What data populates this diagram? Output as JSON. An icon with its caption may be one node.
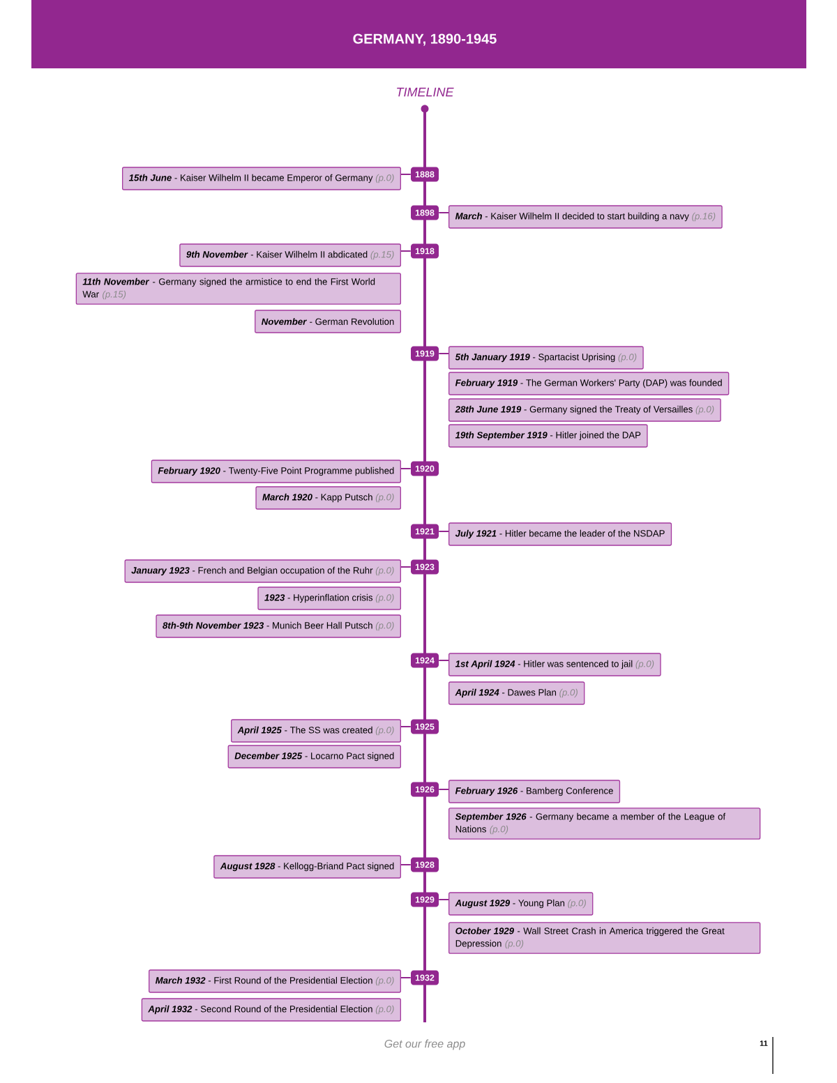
{
  "diagram": {
    "title": "GERMANY, 1890-1945",
    "nodes": [
      {
        "text": [
          "1888"
        ]
      },
      {
        "text": [
          "*15th June* - Kaiser Wilhelm II became Emperor of Germany",
          "(p.0)"
        ]
      },
      {
        "text": [
          "1898"
        ]
      },
      {
        "text": [
          "*March* - Kaiser Wilhelm II decided to start building a navy",
          "(p.16)"
        ]
      },
      {
        "text": [
          "1918"
        ]
      },
      {
        "text": [
          "*9th November* - Kaiser Wilhelm II abdicated",
          "(p.15)"
        ]
      },
      {
        "text": [
          "*11th November* - Germany signed the armistice to end the First World War",
          "(p.15)"
        ]
      },
      {
        "text": [
          "*November* - German Revolution"
        ]
      },
      {
        "text": [
          "1919"
        ]
      },
      {
        "text": [
          "*5th January 1919* - Spartacist Uprising",
          "(p.0)"
        ]
      },
      {
        "text": [
          "*February 1919* - The German Workers' Party (DAP) was founded"
        ]
      },
      {
        "text": [
          "*28th June 1919* - Germany signed the Treaty of Versailles",
          "(p.0)"
        ]
      },
      {
        "text": [
          "*19th September 1919* - Hitler joined the DAP"
        ]
      },
      {
        "text": [
          "1920"
        ]
      },
      {
        "text": [
          "*February 1920* - Twenty-Five Point Programme published"
        ]
      },
      {
        "text": [
          "*March 1920* - Kapp Putsch",
          "(p.0)"
        ]
      },
      {
        "text": [
          "1921"
        ]
      },
      {
        "text": [
          "*July 1921* - Hitler became the leader of the NSDAP"
        ]
      },
      {
        "text": [
          "1923"
        ]
      },
      {
        "text": [
          "*January 1923* - French and Belgian occupation of the Ruhr",
          "(p.0)"
        ]
      },
      {
        "text": [
          "*1923* - Hyperinflation crisis",
          "(p.0)"
        ]
      },
      {
        "text": [
          "*8th-9th November 1923* - Munich Beer Hall Putsch",
          "(p.0)"
        ]
      },
      {
        "text": [
          "1924"
        ]
      },
      {
        "text": [
          "*1st April 1924* - Hitler was sentenced to jail",
          "(p.0)"
        ]
      },
      {
        "text": [
          "*April 1924* - Dawes Plan",
          "(p.0)"
        ]
      },
      {
        "text": [
          "1925"
        ]
      },
      {
        "text": [
          "*April 1925* - The SS was created",
          "(p.0)"
        ]
      },
      {
        "text": [
          "*December 1925* - Locarno Pact signed"
        ]
      },
      {
        "text": [
          "1926"
        ]
      },
      {
        "text": [
          "*February 1926* - Bamberg Conference"
        ]
      },
      {
        "text": [
          "*September 1926* - Germany became a member of the League of Nations",
          "(p.0)"
        ]
      },
      {
        "text": [
          "1928"
        ]
      },
      {
        "text": [
          "*August 1928* - Kellogg-Briand Pact signed"
        ]
      },
      {
        "text": [
          "1929"
        ]
      },
      {
        "text": [
          "*August 1929* - Young Plan",
          "(p.0)"
        ]
      },
      {
        "text": [
          "*October 1929* - Wall Street Crash in America triggered the Great Depression",
          "(p.0)"
        ]
      },
      {
        "text": [
          "1932"
        ]
      },
      {
        "text": [
          "*March 1932* - First Round of the Presidential Election",
          "(p.0)"
        ]
      },
      {
        "text": [
          "*April 1932* - Second Round of the Presidential Election",
          "(p.0)"
        ]
      }
    ],
    "edges": [
      {
        "from": 0,
        "to": 1,
        "arrow": "none"
      },
      {
        "from": 2,
        "to": 3,
        "arrow": "none"
      },
      {
        "from": 4,
        "to": 5,
        "arrow": "none"
      },
      {
        "from": 8,
        "to": 9,
        "arrow": "none"
      },
      {
        "from": 13,
        "to": 14,
        "arrow": "none"
      },
      {
        "from": 16,
        "to": 17,
        "arrow": "none"
      },
      {
        "from": 18,
        "to": 19,
        "arrow": "none"
      },
      {
        "from": 22,
        "to": 23,
        "arrow": "none"
      },
      {
        "from": 25,
        "to": 26,
        "arrow": "none"
      },
      {
        "from": 28,
        "to": 29,
        "arrow": "none"
      },
      {
        "from": 31,
        "to": 32,
        "arrow": "none"
      },
      {
        "from": 33,
        "to": 34,
        "arrow": "none"
      },
      {
        "from": 36,
        "to": 37,
        "arrow": "none"
      }
    ],
    "labels": [
      "TIMELINE",
      "Get our free app",
      "11"
    ]
  }
}
